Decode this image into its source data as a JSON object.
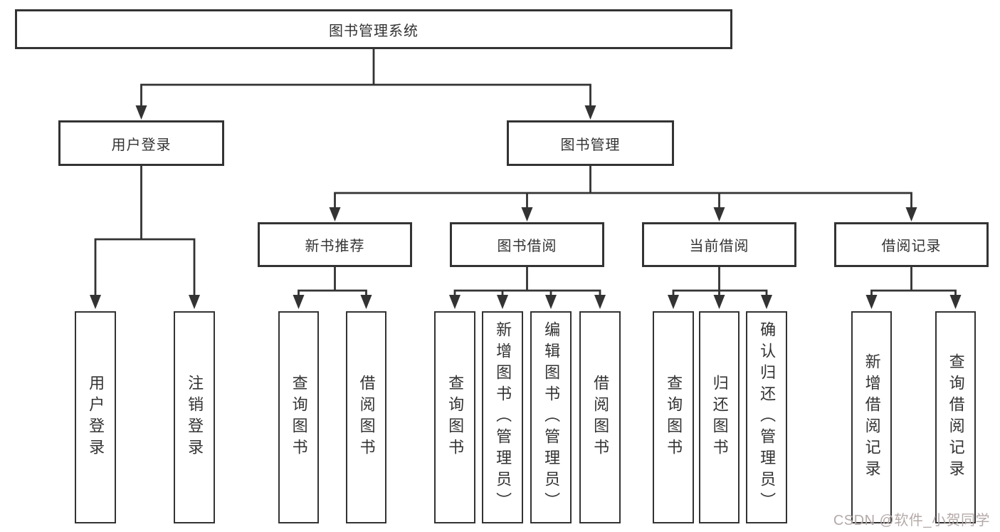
{
  "diagram": {
    "root": {
      "label": "图书管理系统"
    },
    "branches": [
      {
        "label": "用户登录",
        "children": [
          {
            "label": "用户登录"
          },
          {
            "label": "注销登录"
          }
        ]
      },
      {
        "label": "图书管理",
        "children": [
          {
            "label": "新书推荐",
            "children": [
              {
                "label": "查询图书"
              },
              {
                "label": "借阅图书"
              }
            ]
          },
          {
            "label": "图书借阅",
            "children": [
              {
                "label": "查询图书"
              },
              {
                "label": "新增图书（管理员）"
              },
              {
                "label": "编辑图书（管理员）"
              },
              {
                "label": "借阅图书"
              }
            ]
          },
          {
            "label": "当前借阅",
            "children": [
              {
                "label": "查询图书"
              },
              {
                "label": "归还图书"
              },
              {
                "label": "确认归还（管理员）"
              }
            ]
          },
          {
            "label": "借阅记录",
            "children": [
              {
                "label": "新增借阅记录"
              },
              {
                "label": "查询借阅记录"
              }
            ]
          }
        ]
      }
    ]
  },
  "watermark": {
    "text": "CSDN @软件_小贺同学",
    "color": "#b5a9a9"
  },
  "colors": {
    "line": "#333333",
    "box_border": "#333333",
    "text": "#333333",
    "background": "#ffffff"
  }
}
